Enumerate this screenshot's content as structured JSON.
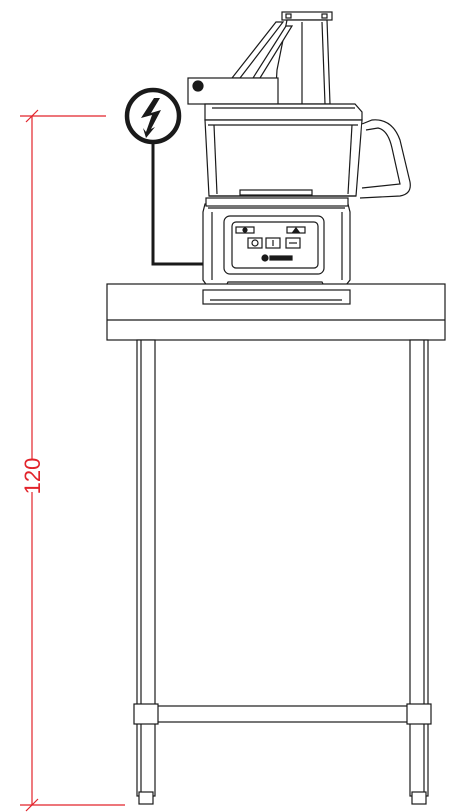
{
  "dimension": {
    "height_value": "120",
    "color": "#e2232a"
  },
  "machine": {
    "control_panel": {
      "buttons": [
        "stop-button",
        "start-button",
        "pulse-button"
      ],
      "brand_logo": "brand-logo"
    },
    "power_symbol": "lightning-bolt-icon"
  },
  "colors": {
    "line": "#1a1a1a",
    "dimension": "#e2232a",
    "background": "#ffffff"
  }
}
